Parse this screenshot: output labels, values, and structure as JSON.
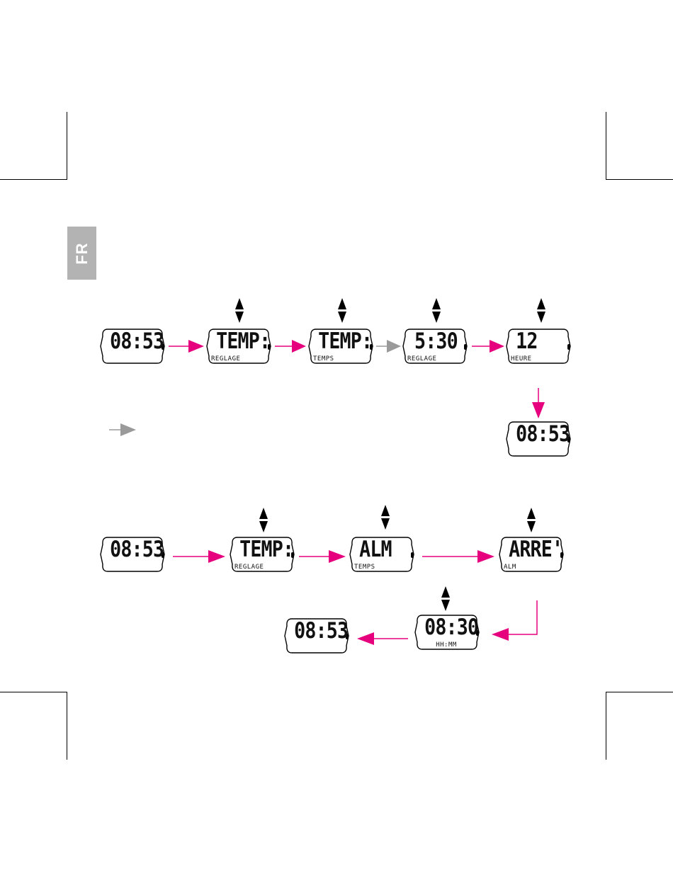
{
  "language_tab": "FR",
  "displays": {
    "r1_d1": {
      "main": "08:53",
      "sub": ""
    },
    "r1_d2": {
      "main": "TEMP:",
      "sub": "REGLAGE"
    },
    "r1_d3": {
      "main": "TEMP:",
      "sub": "TEMPS"
    },
    "r1_d4": {
      "main": "5:30",
      "sub": "REGLAGE"
    },
    "r1_d5": {
      "main": "12",
      "sub": "HEURE"
    },
    "r1_d6": {
      "main": "08:53",
      "sub": ""
    },
    "r2_d1": {
      "main": "08:53",
      "sub": ""
    },
    "r2_d2": {
      "main": "TEMP:",
      "sub": "REGLAGE"
    },
    "r2_d3": {
      "main": "ALM",
      "sub": "TEMPS"
    },
    "r2_d4": {
      "main": "ARRE'",
      "sub": "ALM"
    },
    "r2_d5": {
      "main": "08:30",
      "sub": "HH:MM"
    },
    "r2_d6": {
      "main": "08:53",
      "sub": ""
    }
  },
  "colors": {
    "accent_arrow": "#e6007e",
    "grey_arrow": "#9a9a9a",
    "tab_grey": "#b3b3b3",
    "lcd_ink": "#111111"
  }
}
